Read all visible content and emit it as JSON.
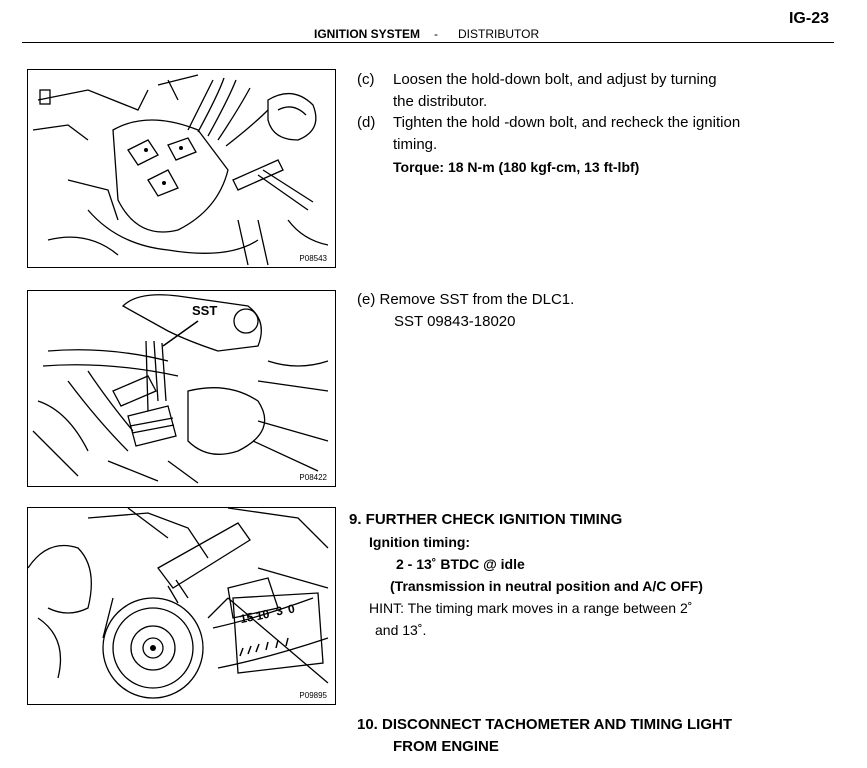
{
  "page": {
    "number": "IG-23",
    "section": "IGNITION SYSTEM",
    "separator": "-",
    "subsection": "DISTRIBUTOR"
  },
  "figures": {
    "fig1": {
      "code": "P08543"
    },
    "fig2": {
      "code": "P08422",
      "callout": "SST"
    },
    "fig3": {
      "code": "P09895",
      "scale_15": "15",
      "scale_10": "10",
      "scale_3": "3",
      "scale_0": "0"
    }
  },
  "steps": {
    "c": {
      "label": "(c)",
      "line1": "Loosen the hold-down bolt, and adjust by turning",
      "line2": "the distributor."
    },
    "d": {
      "label": "(d)",
      "line1": "Tighten the hold -down bolt, and recheck the ignition",
      "line2": "timing.",
      "torque": "Torque: 18 N-m (180 kgf-cm, 13 ft-lbf)"
    },
    "e": {
      "line1": "(e) Remove SST from the DLC1.",
      "line2": "SST  09843-18020"
    }
  },
  "section9": {
    "heading": "9. FURTHER CHECK IGNITION TIMING",
    "spec_label": "Ignition timing:",
    "spec_value": "2 - 13˚ BTDC @ idle",
    "spec_condition": "(Transmission in neutral position and A/C OFF)",
    "hint1": "HINT: The timing mark moves in a range between 2˚",
    "hint2": "and 13˚."
  },
  "section10": {
    "heading_line1": "10. DISCONNECT TACHOMETER AND TIMING LIGHT",
    "heading_line2": "FROM ENGINE"
  }
}
